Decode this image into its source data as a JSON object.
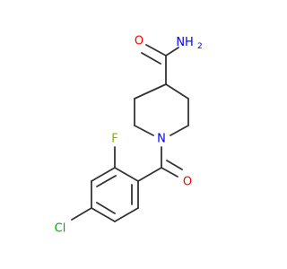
{
  "colors": {
    "bond": "#333333",
    "oxygen": "#ff0000",
    "nitrogen": "#0000ff",
    "fluorine": "#87b300",
    "chlorine": "#00a800",
    "background": "#ffffff"
  },
  "labels": {
    "amide_oxygen": "O",
    "amide_nitrogen": "NH",
    "amide_nitrogen_subscript": "2",
    "piperidine_nitrogen": "N",
    "ketone_oxygen": "O",
    "fluorine": "F",
    "chlorine": "Cl"
  }
}
